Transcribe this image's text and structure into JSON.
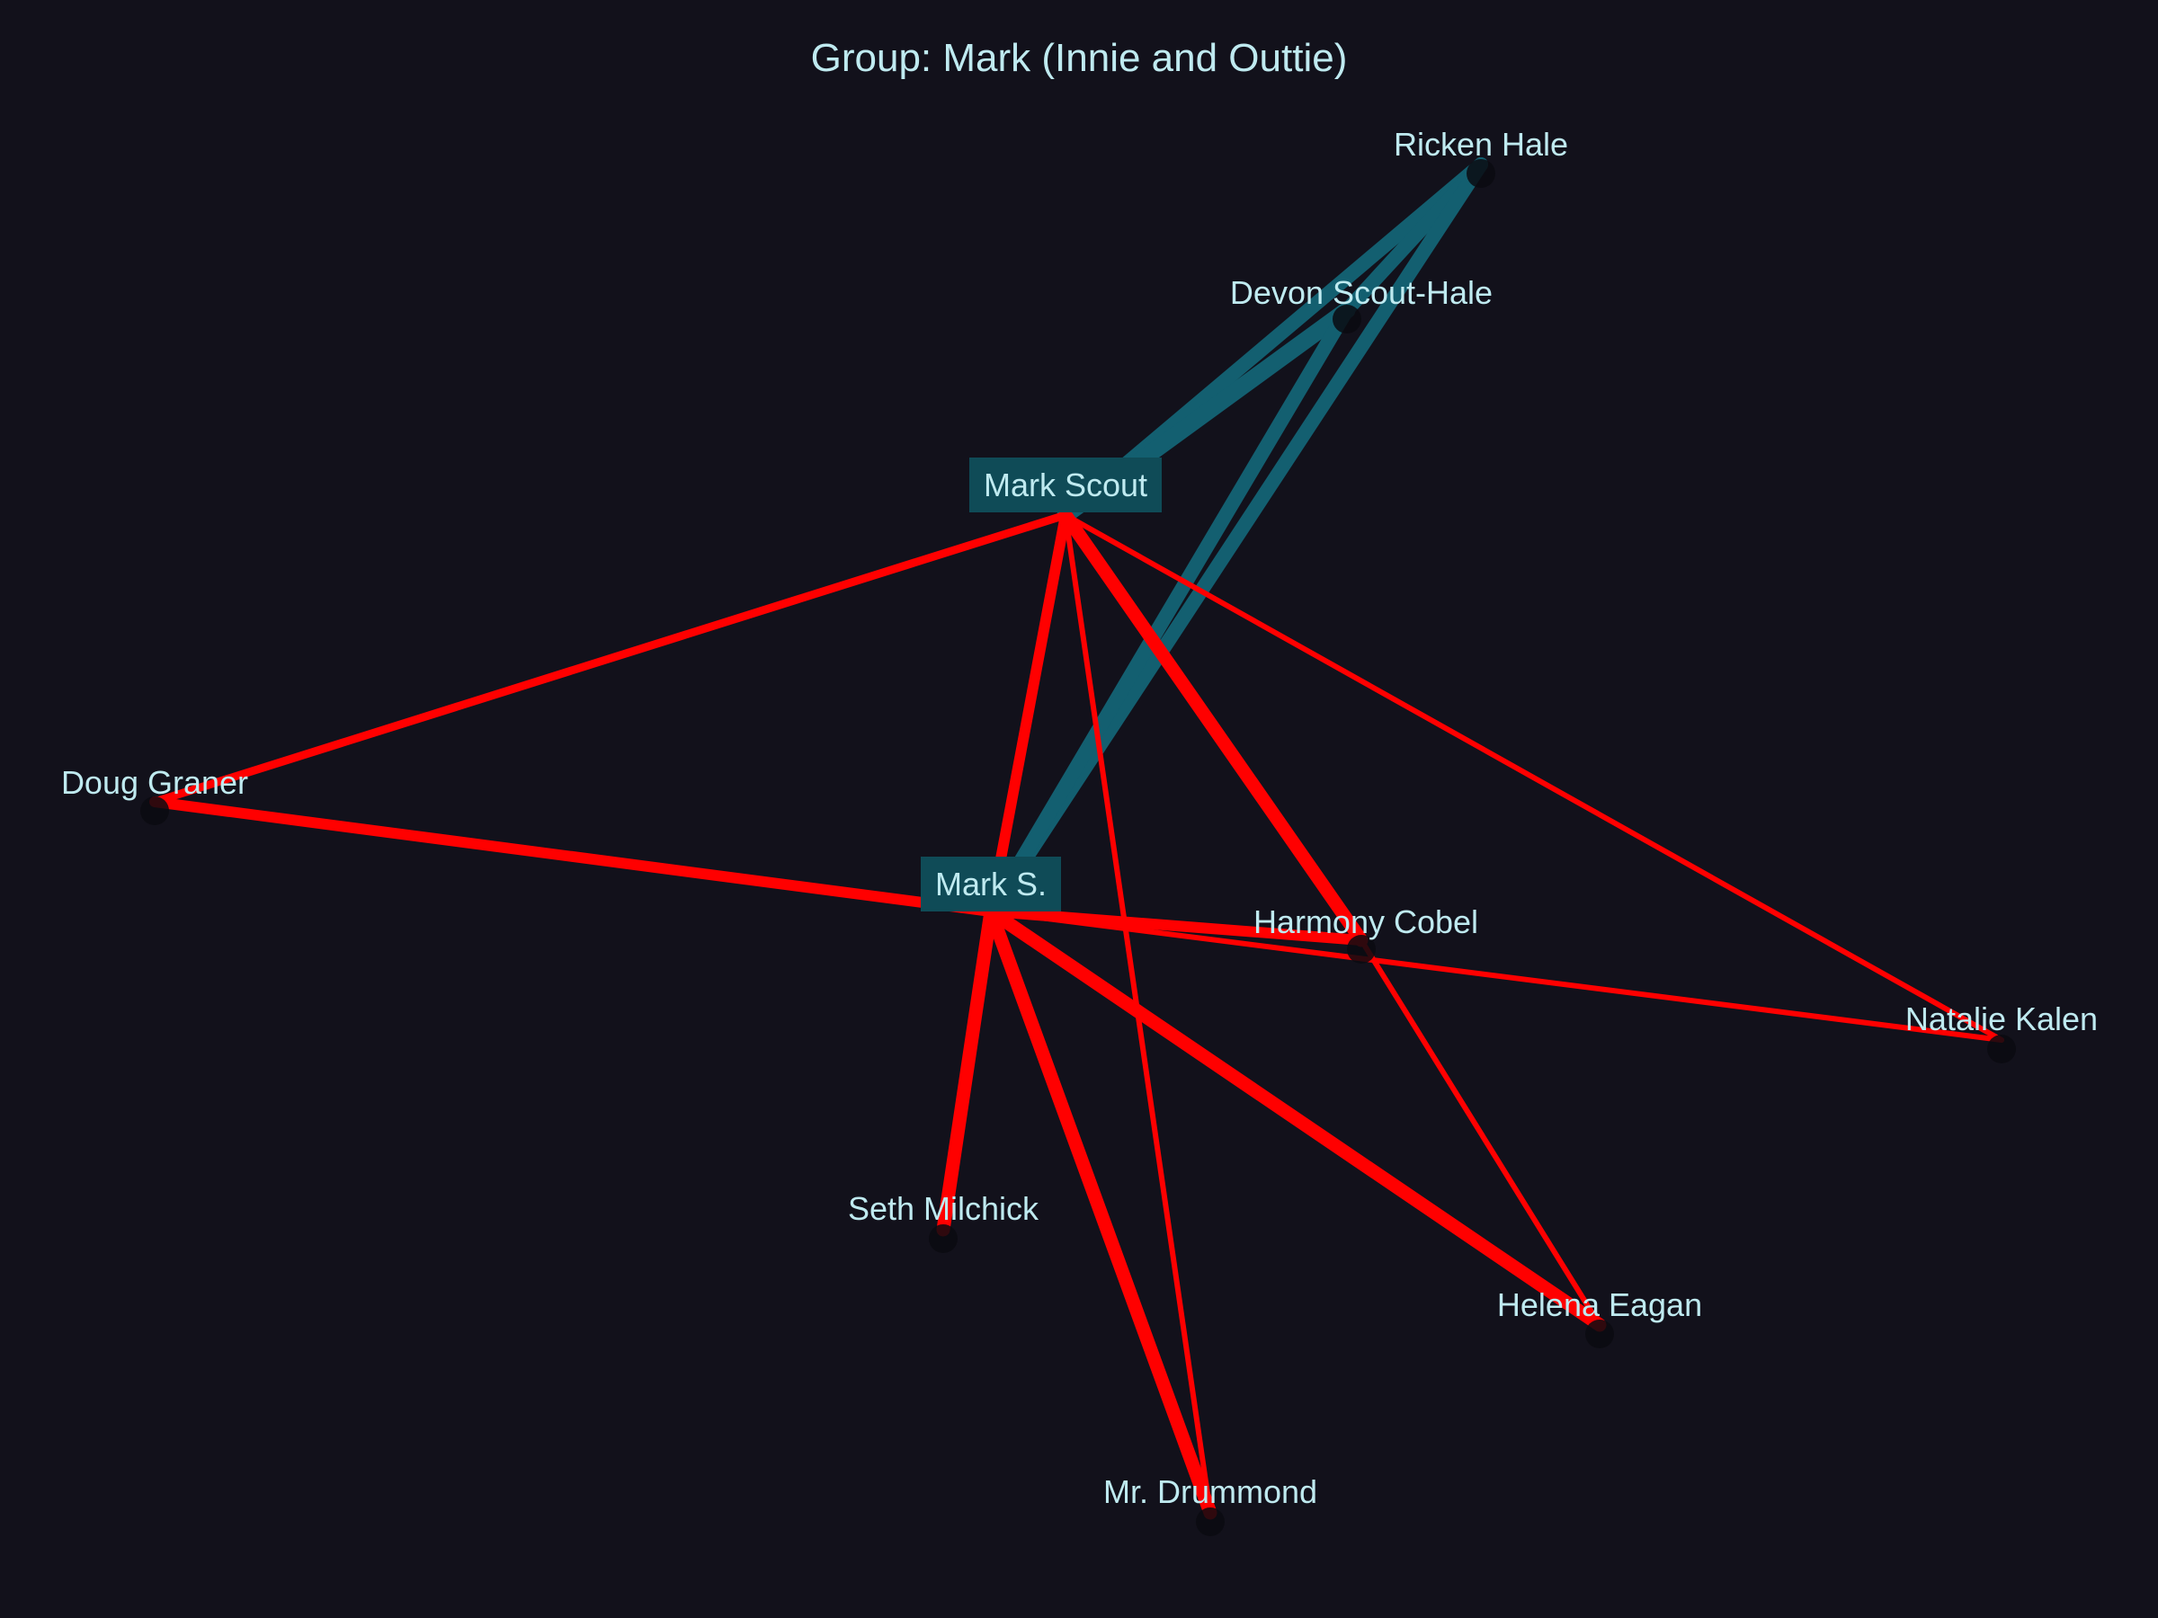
{
  "title": "Group: Mark (Innie and Outtie)",
  "colors": {
    "background": "#12111b",
    "text": "#bfeaf0",
    "focus_box": "#0f4b57",
    "teal_edge": "#135f70",
    "red_edge": "#ff0000"
  },
  "nodes": [
    {
      "id": "mark-scout",
      "label": "Mark Scout",
      "focus": true
    },
    {
      "id": "mark-s",
      "label": "Mark S.",
      "focus": true
    },
    {
      "id": "ricken-hale",
      "label": "Ricken Hale",
      "focus": false
    },
    {
      "id": "devon-scout-hale",
      "label": "Devon Scout-Hale",
      "focus": false
    },
    {
      "id": "doug-graner",
      "label": "Doug Graner",
      "focus": false
    },
    {
      "id": "harmony-cobel",
      "label": "Harmony Cobel",
      "focus": false
    },
    {
      "id": "natalie-kalen",
      "label": "Natalie Kalen",
      "focus": false
    },
    {
      "id": "seth-milchick",
      "label": "Seth Milchick",
      "focus": false
    },
    {
      "id": "helena-eagan",
      "label": "Helena Eagan",
      "focus": false
    },
    {
      "id": "mr-drummond",
      "label": "Mr. Drummond",
      "focus": false
    }
  ],
  "edges": [
    {
      "from": "mark-scout",
      "to": "ricken-hale",
      "kind": "teal",
      "weight": 4
    },
    {
      "from": "mark-scout",
      "to": "devon-scout-hale",
      "kind": "teal",
      "weight": 5
    },
    {
      "from": "devon-scout-hale",
      "to": "ricken-hale",
      "kind": "teal",
      "weight": 4
    },
    {
      "from": "mark-s",
      "to": "ricken-hale",
      "kind": "teal",
      "weight": 4
    },
    {
      "from": "mark-s",
      "to": "devon-scout-hale",
      "kind": "teal",
      "weight": 4
    },
    {
      "from": "mark-scout",
      "to": "doug-graner",
      "kind": "red",
      "weight": 2
    },
    {
      "from": "mark-scout",
      "to": "mark-s",
      "kind": "red",
      "weight": 3
    },
    {
      "from": "mark-scout",
      "to": "harmony-cobel",
      "kind": "red",
      "weight": 4
    },
    {
      "from": "mark-scout",
      "to": "natalie-kalen",
      "kind": "red",
      "weight": 1
    },
    {
      "from": "mark-scout",
      "to": "mr-drummond",
      "kind": "red",
      "weight": 1
    },
    {
      "from": "mark-s",
      "to": "doug-graner",
      "kind": "red",
      "weight": 3
    },
    {
      "from": "mark-s",
      "to": "harmony-cobel",
      "kind": "red",
      "weight": 3
    },
    {
      "from": "mark-s",
      "to": "natalie-kalen",
      "kind": "red",
      "weight": 1
    },
    {
      "from": "mark-s",
      "to": "seth-milchick",
      "kind": "red",
      "weight": 4
    },
    {
      "from": "mark-s",
      "to": "helena-eagan",
      "kind": "red",
      "weight": 4
    },
    {
      "from": "mark-s",
      "to": "mr-drummond",
      "kind": "red",
      "weight": 4
    },
    {
      "from": "harmony-cobel",
      "to": "helena-eagan",
      "kind": "red",
      "weight": 1
    }
  ]
}
